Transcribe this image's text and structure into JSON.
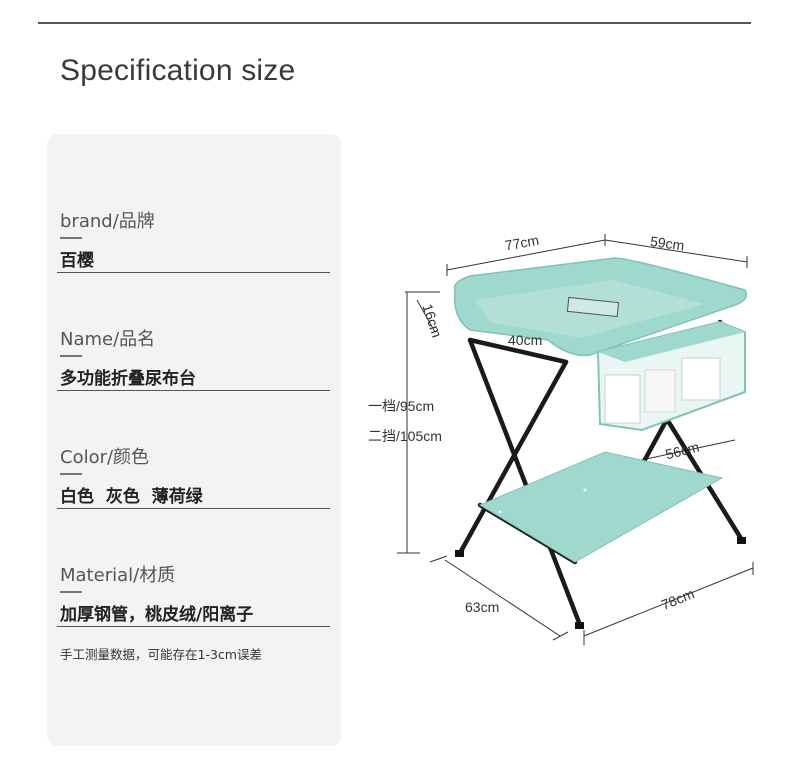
{
  "page": {
    "title": "Specification size"
  },
  "specs": [
    {
      "label": "brand/品牌",
      "value": "百樱"
    },
    {
      "label": "Name/品名",
      "value": "多功能折叠尿布台"
    },
    {
      "label": "Color/颜色",
      "value": "白色  灰色  薄荷绿"
    },
    {
      "label": "Material/材质",
      "value": "加厚钢管，桃皮绒/阳离子"
    }
  ],
  "note": "手工测量数据，可能存在1-3cm误差",
  "dimensions": {
    "top_length": "77cm",
    "top_width": "59cm",
    "rail_height": "16cm",
    "inner_width": "40cm",
    "height_low": "一档/95cm",
    "height_high": "二挡/105cm",
    "basket_width": "56cm",
    "base_depth": "63cm",
    "base_length": "78cm"
  },
  "colors": {
    "mint": "#9fd8cc",
    "mint_dark": "#7fc4b6",
    "frame": "#1a1a1a",
    "panel_bg": "#f3f3f3"
  }
}
